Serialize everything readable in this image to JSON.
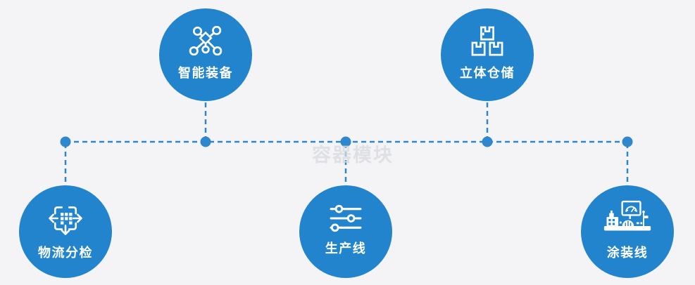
{
  "watermark": "容器模块",
  "colors": {
    "background": "#f4f4f6",
    "accent": "#2184cc",
    "line": "#2f87cd",
    "icon": "#ffffff",
    "watermark": "#d9dade"
  },
  "nodes": [
    {
      "id": "smart-equipment",
      "label": "智能装备",
      "icon": "network-icon",
      "row": "top"
    },
    {
      "id": "cubic-warehouse",
      "label": "立体仓储",
      "icon": "storage-boxes-icon",
      "row": "top"
    },
    {
      "id": "logistics-sorting",
      "label": "物流分检",
      "icon": "sort-arrows-icon",
      "row": "bottom"
    },
    {
      "id": "production-line",
      "label": "生产线",
      "icon": "sliders-icon",
      "row": "bottom"
    },
    {
      "id": "coating-line",
      "label": "涂装线",
      "icon": "machine-icon",
      "row": "bottom"
    }
  ],
  "connector": {
    "style": "dashed",
    "junction_dots": 5
  }
}
